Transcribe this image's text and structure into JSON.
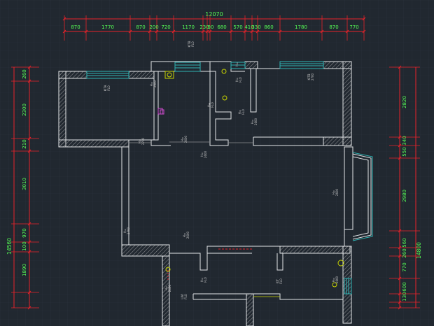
{
  "colors": {
    "background": "#212830",
    "grid": "#2c353f",
    "wall": "#e4e6e8",
    "hatch": "#9a9a9a",
    "dimension_line": "#e8222a",
    "dimension_text": "#55ff55",
    "window": "#2fb3b3",
    "small_text": "#c8c8c8",
    "fixture_yellow": "#c8d400",
    "fixture_magenta": "#d24bd2"
  },
  "top_dimensions": {
    "total": "12070",
    "segments": [
      "870",
      "1770",
      "870",
      "200",
      "720",
      "1170",
      "230",
      "90",
      "680",
      "570",
      "410",
      "330",
      "860",
      "1780",
      "870",
      "770"
    ]
  },
  "left_dimensions": {
    "total": "14560",
    "segments": [
      "260",
      "2300",
      "210",
      "3010",
      "970",
      "100",
      "1890"
    ]
  },
  "right_dimensions": {
    "total": "14800",
    "segments": [
      "2820",
      "340",
      "550",
      "2980",
      "560",
      "260",
      "770",
      "600",
      "130"
    ]
  },
  "room_notes": [
    "KITA\nFLO",
    "H=\n2700",
    "H=\n2600",
    "KITB\nFLO",
    "H=\nFLO",
    "H=\nFLO",
    "H=\n2600",
    "H=\n2600",
    "KITB\n2700",
    "H=\n2600",
    "H=\n2700",
    "H=\n2600",
    "LIVI\nFLO",
    "H=\nFLO",
    "KIT\nFLO",
    "H=\n2600",
    "H=\n2600",
    "H=\n2600",
    "H=\nFLO",
    "H="
  ]
}
